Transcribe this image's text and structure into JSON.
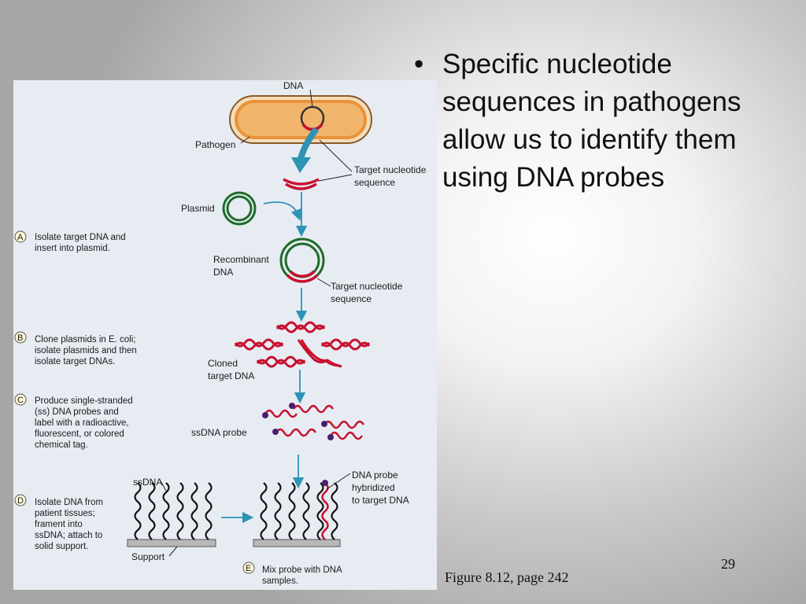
{
  "slide": {
    "bullet": "Specific nucleotide sequences in pathogens allow us to identify them using DNA probes",
    "caption": "Figure 8.12, page 242",
    "page_number": "29"
  },
  "figure": {
    "labels": {
      "dna": "DNA",
      "pathogen": "Pathogen",
      "target_seq_1": "Target nucleotide",
      "target_seq_1b": "sequence",
      "plasmid": "Plasmid",
      "recombinant": "Recombinant",
      "recombinant_b": "DNA",
      "target_seq_2": "Target nucleotide",
      "target_seq_2b": "sequence",
      "cloned": "Cloned",
      "cloned_b": "target DNA",
      "ssdna_probe": "ssDNA probe",
      "ssdna": "ssDNA",
      "support": "Support",
      "hybrid_1": "DNA probe",
      "hybrid_2": "hybridized",
      "hybrid_3": "to target DNA"
    },
    "steps": [
      {
        "letter": "A",
        "lines": [
          "Isolate target DNA and",
          "insert into plasmid."
        ]
      },
      {
        "letter": "B",
        "lines": [
          "Clone plasmids in E. coli;",
          "isolate plasmids and then",
          "isolate target DNAs."
        ]
      },
      {
        "letter": "C",
        "lines": [
          "Produce single-stranded",
          "(ss) DNA probes and",
          "label with a radioactive,",
          "fluorescent, or colored",
          "chemical tag."
        ]
      },
      {
        "letter": "D",
        "lines": [
          "Isolate DNA from",
          "patient tissues;",
          "frament into",
          "ssDNA; attach to",
          "solid support."
        ]
      },
      {
        "letter": "E",
        "lines": [
          "Mix probe with DNA",
          "samples."
        ]
      }
    ],
    "colors": {
      "background": "#e7ecf3",
      "arrow": "#2f93b5",
      "target_red": "#c8102e",
      "plasmid_green": "#1f6b2a",
      "cell_orange": "#e8923a",
      "tag_purple": "#4b1d6e"
    }
  }
}
